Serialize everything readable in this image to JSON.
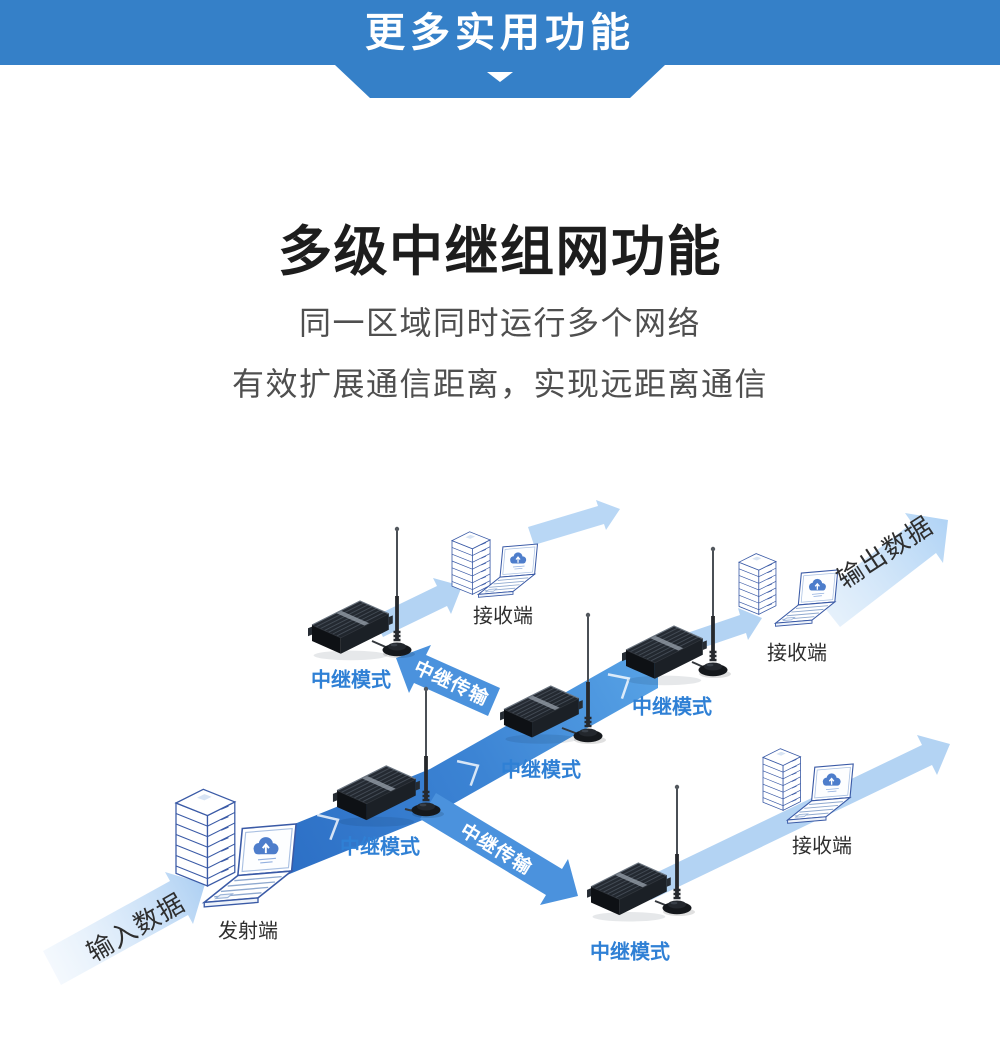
{
  "banner": {
    "title": "更多实用功能"
  },
  "intro": {
    "heading": "多级中继组网功能",
    "line1": "同一区域同时运行多个网络",
    "line2": "有效扩展通信距离，实现远距离通信"
  },
  "diagram": {
    "labels": {
      "relay_mode": "中继模式",
      "relay_transmission": "中继传输",
      "receiver": "接收端",
      "transmitter": "发射端",
      "input_data": "输入数据",
      "output_data": "输出数据"
    },
    "colors": {
      "banner_blue": "#3580c8",
      "relay_label_blue": "#2f80d5",
      "band_blue_dark": "#2a6cc3",
      "band_blue_light": "#58a3e6",
      "relay_arrow_blue": "#4b92dd",
      "light_arrow_blue": "#b3d3f3",
      "device_black": "#1b2026",
      "outline_navy": "#3a5aa6",
      "text_dark": "#2e2e2e"
    },
    "icons": {
      "down_triangle": "banner pointer triangle",
      "cloud": "cloud-upload on laptop screens",
      "antenna": "magnetic whip antenna",
      "relay_device": "black DTU relay modem"
    }
  }
}
